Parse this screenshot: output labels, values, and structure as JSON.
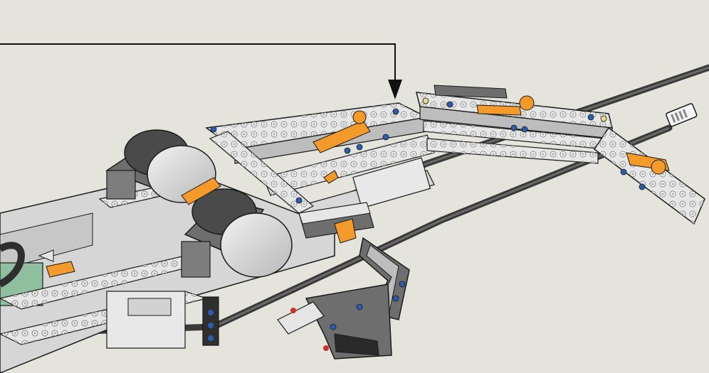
{
  "scene": {
    "description_label": "",
    "colors": {
      "background": "#e4e4dc",
      "beam_light": "#e6e6e6",
      "beam_mid": "#bdbdbd",
      "beam_dark": "#6e6e6e",
      "cable": "#3a3a3a",
      "accent_orange": "#f39a2b",
      "pin_blue": "#2a5db0",
      "pin_red": "#c83232",
      "outline": "#1a1a1a",
      "panel_green": "#8fbf9f"
    },
    "parts": {
      "callout_arrow": "callout-arrow",
      "motors": [
        "motor-left",
        "motor-right"
      ],
      "cables": [
        "cable-upper",
        "cable-lower"
      ],
      "connector": "rj12-plug-icon",
      "claw": "gripper-claw"
    }
  }
}
